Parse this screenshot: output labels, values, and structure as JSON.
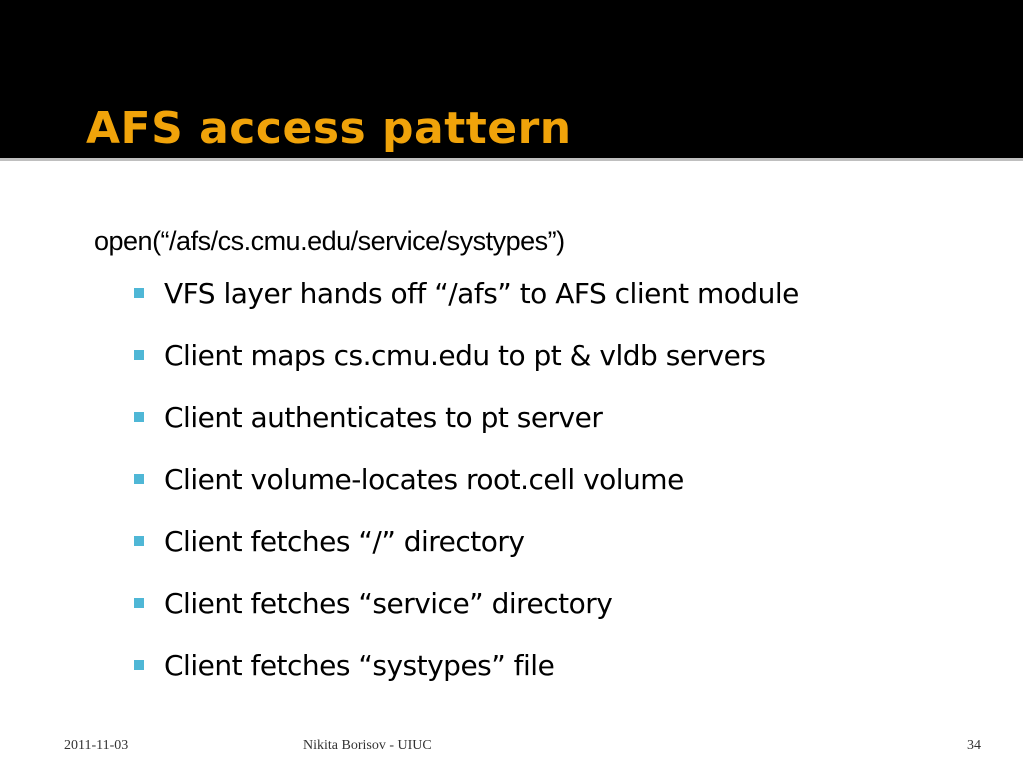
{
  "slide": {
    "title": "AFS access pattern",
    "code_line": "open(“/afs/cs.cmu.edu/service/systypes”)",
    "bullets": [
      {
        "text": "VFS layer hands off “/afs” to AFS client module"
      },
      {
        "text": "Client maps cs.cmu.edu to pt & vldb servers"
      },
      {
        "text": "Client authenticates to pt server"
      },
      {
        "text": "Client volume-locates root.cell volume"
      },
      {
        "text": "Client fetches “/” directory"
      },
      {
        "text": "Client fetches “service” directory"
      },
      {
        "text": "Client fetches “systypes” file"
      }
    ],
    "footer": {
      "date": "2011-11-03",
      "author": "Nikita Borisov - UIUC",
      "page": "34"
    }
  },
  "colors": {
    "title_background": "#000000",
    "title_text": "#F0A30A",
    "title_rule": "#BFBFBF",
    "bullet_marker": "#4FB7D6",
    "body_text": "#000000"
  },
  "icons": {
    "bullet": "square-bullet-icon"
  }
}
